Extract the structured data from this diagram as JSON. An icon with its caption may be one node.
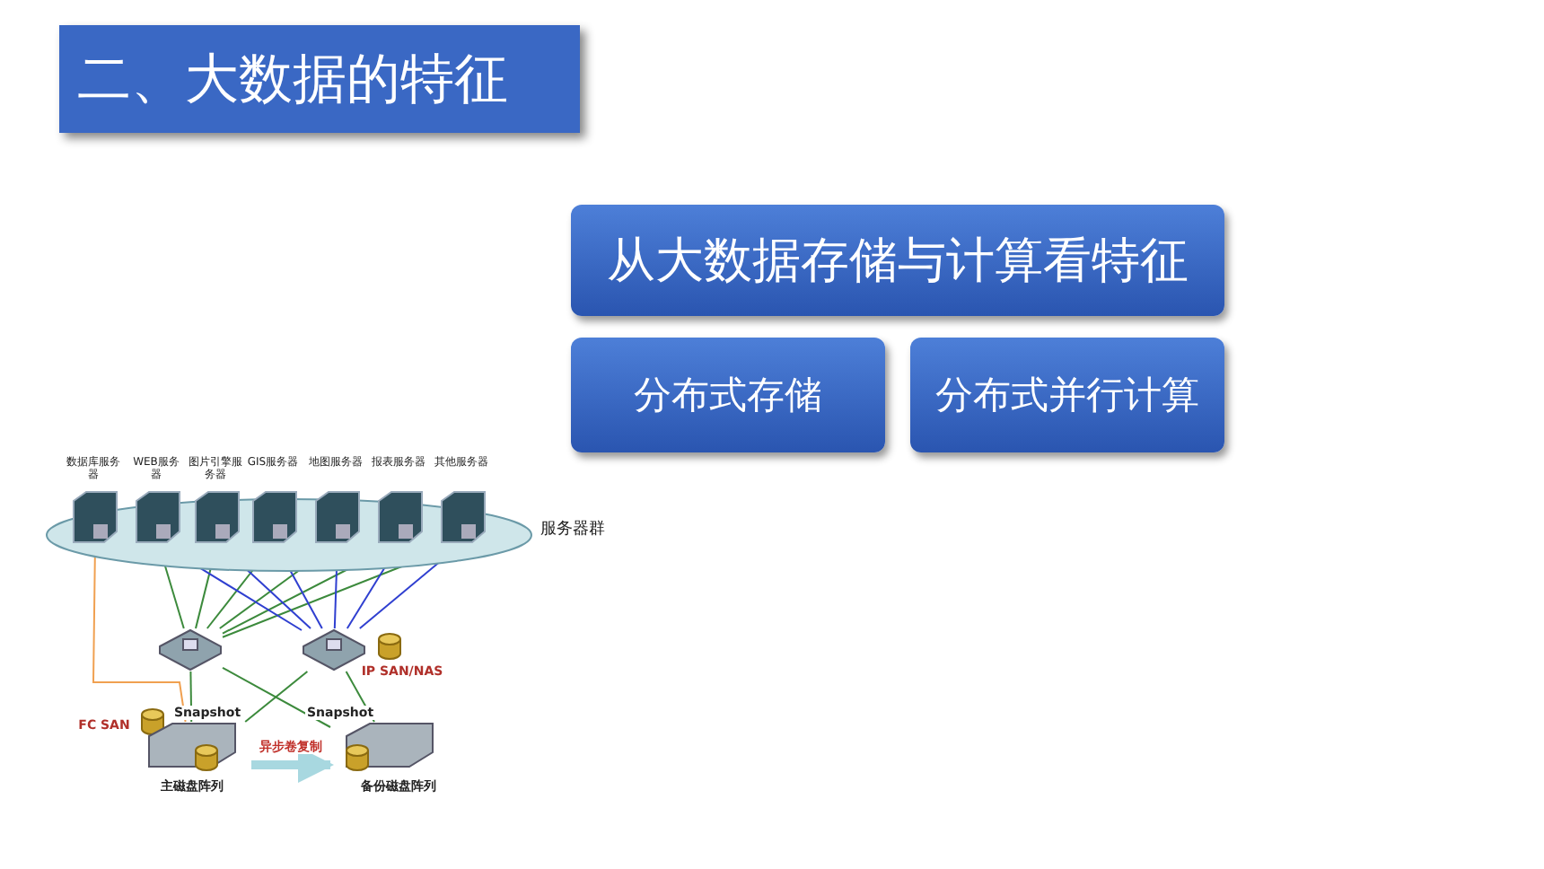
{
  "diagram": {
    "title": "二、大数据的特征",
    "nodes": [
      {
        "text": [
          "从大数据存储与计算看特征"
        ]
      },
      {
        "text": [
          "分布式存储"
        ]
      },
      {
        "text": [
          "分布式并行计算"
        ]
      },
      {
        "text": [
          "服务器群"
        ]
      },
      {
        "text": [
          "数据库服务器"
        ],
        "in": 3
      },
      {
        "text": [
          "WEB服务器"
        ],
        "in": 3
      },
      {
        "text": [
          "图片引擎服务器"
        ],
        "in": 3
      },
      {
        "text": [
          "GIS服务器"
        ],
        "in": 3
      },
      {
        "text": [
          "地图服务器"
        ],
        "in": 3
      },
      {
        "text": [
          "报表服务器"
        ],
        "in": 3
      },
      {
        "text": [
          "其他服务器"
        ],
        "in": 3
      },
      {
        "text": [],
        "shape": "picture"
      },
      {
        "text": [],
        "shape": "picture"
      },
      {
        "text": [
          "IP SAN/NAS"
        ]
      },
      {
        "text": [
          "FC SAN"
        ]
      },
      {
        "text": [
          "主磁盘阵列"
        ]
      },
      {
        "text": [
          "备份磁盘阵列"
        ]
      }
    ],
    "edges": [
      {
        "from": 4,
        "to": 15,
        "arrow": "none",
        "color": "#f0a050"
      },
      {
        "from": 5,
        "to": 11,
        "arrow": "none"
      },
      {
        "from": 6,
        "to": 11,
        "arrow": "none"
      },
      {
        "from": 7,
        "to": 11,
        "arrow": "none"
      },
      {
        "from": 8,
        "to": 11,
        "arrow": "none"
      },
      {
        "from": 9,
        "to": 11,
        "arrow": "none"
      },
      {
        "from": 10,
        "to": 11,
        "arrow": "none"
      },
      {
        "from": 5,
        "to": 12,
        "arrow": "none",
        "color": "#2f3fd0"
      },
      {
        "from": 6,
        "to": 12,
        "arrow": "none",
        "color": "#2f3fd0"
      },
      {
        "from": 7,
        "to": 12,
        "arrow": "none",
        "color": "#2f3fd0"
      },
      {
        "from": 8,
        "to": 12,
        "arrow": "none",
        "color": "#2f3fd0"
      },
      {
        "from": 9,
        "to": 12,
        "arrow": "none",
        "color": "#2f3fd0"
      },
      {
        "from": 10,
        "to": 12,
        "arrow": "none",
        "color": "#2f3fd0"
      },
      {
        "from": 11,
        "to": 15,
        "arrow": "none"
      },
      {
        "from": 11,
        "to": 16,
        "arrow": "none"
      },
      {
        "from": 12,
        "to": 15,
        "arrow": "none"
      },
      {
        "from": 12,
        "to": 16,
        "arrow": "none"
      },
      {
        "from": 15,
        "to": 16,
        "arrow": "to",
        "label": "异步卷复制",
        "style": "thick",
        "color": "#a8d8e0"
      }
    ],
    "labels": [
      "Snapshot",
      "Snapshot"
    ]
  }
}
